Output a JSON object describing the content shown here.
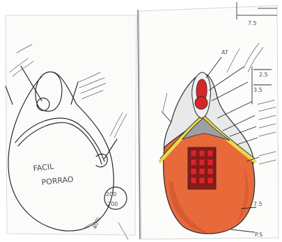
{
  "sketch": {
    "left_labels": {
      "main_text_line1": "FACIL",
      "main_text_line2": "PORRAO",
      "stamp_upper": "200",
      "stamp_lower": "200",
      "corner_number": "40%"
    },
    "right_labels": {
      "top_label": "AT",
      "dim_top_right": "7.5",
      "dim_mid_1": "2.5",
      "dim_mid_2": "3.5",
      "dim_bottom": "7.5",
      "bottom_tag": "P.S"
    }
  },
  "colors": {
    "paper": "#ffffff",
    "sheet_left": "#fbfbfa",
    "sheet_right": "#fcfcfb",
    "pencil": "#2b2b2b",
    "orange_fill": "#e8693a",
    "orange_shadow": "#c9512a",
    "red": "#d8252a",
    "dark_red": "#8b1a1a",
    "yellow": "#ead84a",
    "gray_tone": "#9aa0a3"
  }
}
